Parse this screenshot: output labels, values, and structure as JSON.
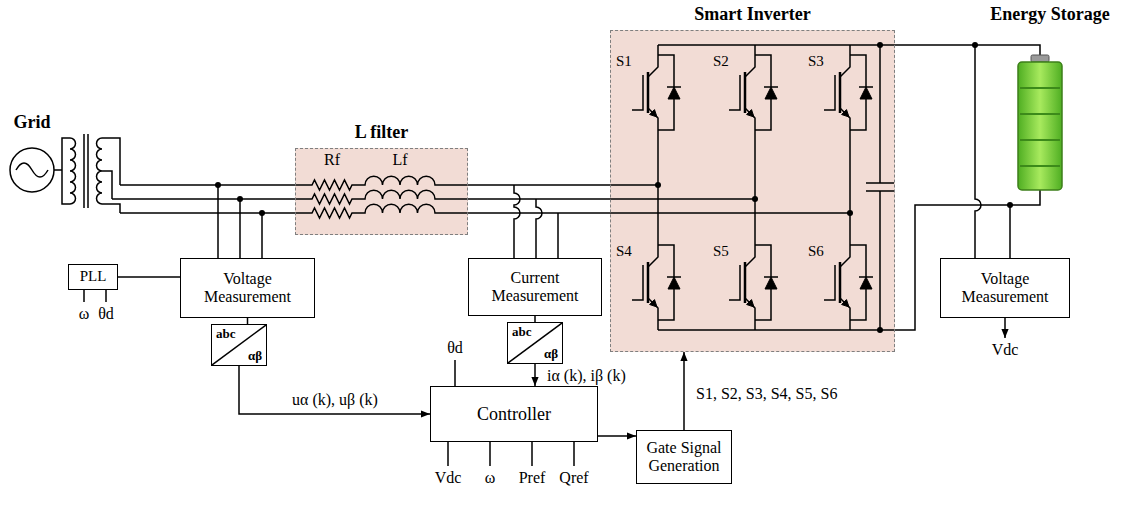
{
  "diagram": {
    "nodes": [
      {
        "text": [
          "L filter"
        ]
      },
      {
        "text": [
          "Smart Inverter"
        ]
      },
      {
        "text": [
          "PLL"
        ]
      },
      {
        "text": [
          "Voltage Measurement"
        ]
      },
      {
        "text": [
          "Current Measurement"
        ]
      },
      {
        "text": [
          "Voltage Measurement"
        ]
      },
      {
        "text": [
          "abc",
          "αβ"
        ]
      },
      {
        "text": [
          "abc",
          "αβ"
        ]
      },
      {
        "text": [
          "Controller"
        ]
      },
      {
        "text": [
          "Gate Signal Generation"
        ]
      }
    ],
    "edges": [
      {
        "from": 2,
        "to": 3,
        "arrow": "none"
      },
      {
        "from": 3,
        "to": 6,
        "arrow": "none"
      },
      {
        "from": 6,
        "to": 8,
        "arrow": "to",
        "label": "uα (k), uβ (k)"
      },
      {
        "from": 4,
        "to": 7,
        "arrow": "none"
      },
      {
        "from": 7,
        "to": 8,
        "arrow": "to",
        "label": "iα (k), iβ (k)"
      },
      {
        "from": 8,
        "to": 9,
        "arrow": "to"
      },
      {
        "from": 9,
        "to": 1,
        "arrow": "to",
        "label": "S1, S2, S3, S4, S5, S6"
      }
    ],
    "labels": [
      "Grid",
      "Rf",
      "Lf",
      "S1",
      "S2",
      "S3",
      "S4",
      "S5",
      "S6",
      "ω",
      "θd",
      "θd",
      "Vdc",
      "ω",
      "Pref",
      "Qref",
      "Vdc",
      "Energy Storage"
    ]
  }
}
